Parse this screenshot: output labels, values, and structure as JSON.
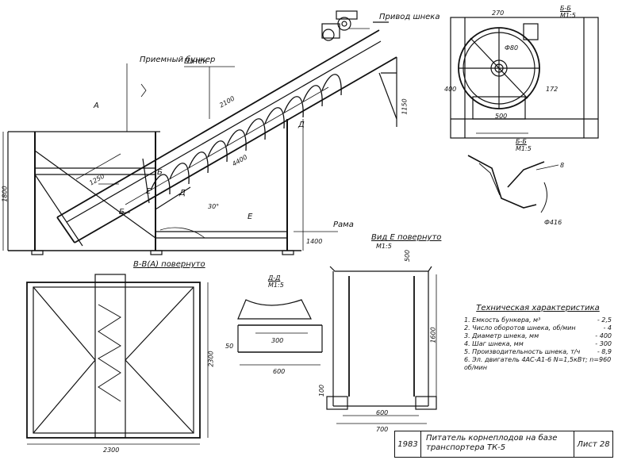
{
  "main_view": {
    "labels": {
      "drive": "Привод шнека",
      "bunker": "Приемный бункер",
      "screw": "Шнек",
      "frame": "Рама",
      "view_a": "А",
      "section_b_top": "Б",
      "section_b_bottom": "Б",
      "d_top": "Д",
      "d_bottom": "Д",
      "e_mark": "Е",
      "e_mark2": "Е"
    },
    "dims": {
      "len_1": "2100",
      "len_2": "4400",
      "len_3": "1250",
      "height_left": "1800",
      "angle": "30°",
      "height_right": "1150",
      "base": "1400"
    }
  },
  "view_b": {
    "title": "Б-Б",
    "scale": "М1:5",
    "dims": {
      "top": "270",
      "dia": "Ф80",
      "left": "400",
      "right": "172",
      "bottom": "500"
    }
  },
  "view_bb": {
    "title": "Б-Б",
    "scale": "М1:5",
    "dims": {
      "edge": "8",
      "dia": "Ф416"
    }
  },
  "view_a": {
    "title": "В-В(А) повернуто",
    "dims": {
      "width": "2300",
      "height": "2300"
    }
  },
  "view_d": {
    "title": "Д-Д",
    "scale": "М1:5",
    "dims": {
      "span": "300",
      "base": "600",
      "side": "50"
    }
  },
  "view_e": {
    "title": "Вид Е повернуто",
    "scale": "М1:5",
    "dims": {
      "height": "1600",
      "inner_w": "600",
      "outer_w": "700",
      "left": "100",
      "top": "500"
    }
  },
  "specs": {
    "title": "Техническая характеристика",
    "rows": [
      {
        "label": "1. Емкость бункера, м³",
        "value": "- 2,5"
      },
      {
        "label": "2. Число оборотов шнека, об/мин",
        "value": "- 4"
      },
      {
        "label": "3. Диаметр шнека, мм",
        "value": "- 400"
      },
      {
        "label": "4. Шаг шнека, мм",
        "value": "- 300"
      },
      {
        "label": "5. Производительность шнека, т/ч",
        "value": "- 8,9"
      },
      {
        "label": "6. Эл. двигатель 4АС-А1-6 N=1,5кВт; n=960 об/мин",
        "value": ""
      }
    ]
  },
  "title_block": {
    "year": "1983",
    "name": "Питатель корнеплодов на базе транспортера ТК-5",
    "sheet": "Лист 28"
  }
}
